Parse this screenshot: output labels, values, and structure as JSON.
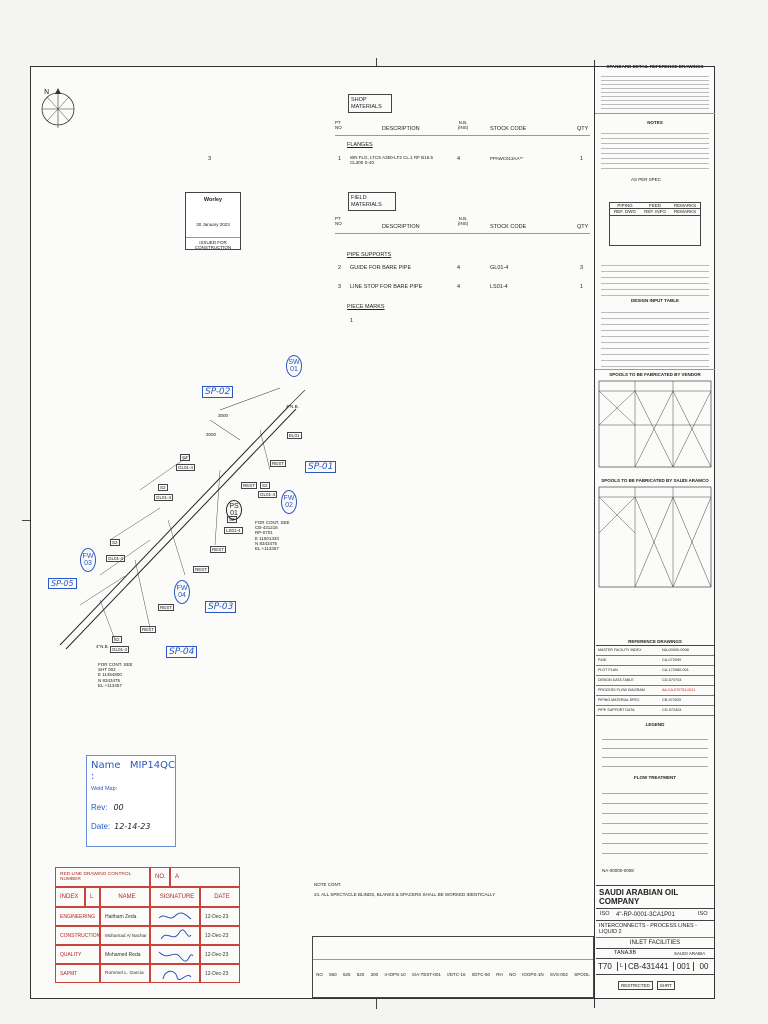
{
  "sheet": {
    "stamp": {
      "company": "Worley",
      "date": "30 January 2023",
      "status": "ISSUED FOR CONSTRUCTION"
    },
    "revision_mark": "3"
  },
  "shop_materials": {
    "title": "SHOP MATERIALS",
    "headers": {
      "pt_no": "PT NO",
      "description": "DESCRIPTION",
      "nb": "N.B. (INS)",
      "stock_code": "STOCK CODE",
      "qty": "QTY"
    },
    "group": "FLANGES",
    "items": [
      {
        "no": "1",
        "description": "WN FLG, LTCS A350-LF2 CL.1 RF B16.5 CL300 S-40",
        "nb": "4",
        "stock_code": "PPAWC013AA**",
        "qty": "1"
      }
    ]
  },
  "field_materials": {
    "title": "FIELD MATERIALS",
    "groups": {
      "pipe_supports": "PIPE SUPPORTS",
      "piece_marks": "PIECE MARKS"
    },
    "items": [
      {
        "no": "2",
        "description": "GUIDE FOR BARE PIPE",
        "nb": "4",
        "stock_code": "GL01-4",
        "qty": "3"
      },
      {
        "no": "3",
        "description": "LINE STOP FOR BARE PIPE",
        "nb": "4",
        "stock_code": "LS01-4",
        "qty": "1"
      }
    ],
    "piece_mark": "1"
  },
  "drawing": {
    "labels": {
      "sp02": "SP-02",
      "sp01": "SP-01",
      "sp05": "SP-05",
      "sp03": "SP-03",
      "sp04": "SP-04",
      "sw01": "SW 01",
      "fw02": "FW 02",
      "fw03": "FW 03",
      "fw04": "FW 04",
      "ps01": "PS 01",
      "nb_top": "4\"N.B.",
      "nb_bottom": "4\"N.B.",
      "dim1": "3000",
      "dim2": "3000",
      "el01": "EL01",
      "rest": "REST",
      "s2": "S2",
      "gl014": "GL01-4",
      "ls014": "LS01-4",
      "cont_see_1": "FOR CONT. SEE",
      "cont_ref_1": "CB-431216",
      "cont_rp_1": "RP-0701",
      "cont_e_1": "E 11501333",
      "cont_n_1": "N 8343475",
      "cont_el_1": "EL +113457",
      "cont_see_2": "FOR CONT. SEE",
      "cont_ref_2": "SHT 002",
      "cont_e_2": "E 11454800",
      "cont_n_2": "N 8343475",
      "cont_el_2": "EL +113457"
    }
  },
  "weld_map": {
    "name_label": "Name :",
    "name_value": "MIP14QC",
    "weld_map_label": "Weld Map:",
    "rev_label": "Rev:",
    "rev_value": "00",
    "date_label": "Date:",
    "date_value": "12-14-23"
  },
  "redline": {
    "title": "RED LINE DRAWING CONTROL NUMBER",
    "no_label": "NO.",
    "no_value": "A",
    "headers": {
      "index": "INDEX",
      "l": "L",
      "name": "NAME",
      "signature": "SIGNATURE",
      "date": "DATE"
    },
    "rows": [
      {
        "index": "ENGINEERING",
        "name": "Haitham Zeda",
        "date": "12-Dec-23"
      },
      {
        "index": "CONSTRUCTION",
        "name": "Mohamad Al Nachar",
        "date": "12-Dec-23"
      },
      {
        "index": "QUALITY",
        "name": "Mohamed Reda",
        "date": "12-Dec-23"
      },
      {
        "index": "SAPMT",
        "name": "Rommel L. Garcia",
        "date": "12-Dec-23"
      }
    ]
  },
  "notes": {
    "title": "NOTE CONT.",
    "text": "24. ALL SPECTACLE BLINDS, BLANKS & SPACERS SHALL BE WORKED IDENTICALLY"
  },
  "bottom_table": {
    "values": [
      "NO",
      "560",
      "525",
      "520",
      "300",
      "4-IOPS-10",
      "S/A-TEST-001",
      "I/DTC-16",
      "I/DTC-50",
      "RH",
      "NO",
      "IOOPS-1N",
      "SVS-002",
      "SPOOL"
    ]
  },
  "right_panel": {
    "std_detail_title": "STANDARD DETAIL REFERENCE DRAWINGS",
    "notes_title": "NOTES",
    "design_note": "AS PER SPEC",
    "bom_headers": {
      "col1": "PIPING",
      "col2": "FEED",
      "col3": "REMARKS"
    },
    "bom_rows": [
      {
        "col1": "REF. DWG",
        "col2": "REF. INFO",
        "col3": "REMARKS"
      }
    ],
    "inspection_title": "DESIGN INPUT TABLE",
    "spool_title_1": "SPOOLS TO BE FABRICATED BY VENDOR",
    "spool_title_2": "SPOOLS TO BE FABRICATED BY SAUDI ARAMCO",
    "ref_title": "REFERENCE DRAWINGS",
    "ref_rows": [
      {
        "name": "MASTER FACILITY INDEX",
        "code": "NA-00000-0008"
      },
      {
        "name": "P&ID",
        "code": "CA-072090"
      },
      {
        "name": "PLOT PLAN",
        "code": "CA-172080-001"
      },
      {
        "name": "DESIGN DATA TABLE",
        "code": "CD-070703"
      },
      {
        "name": "PROCESS FLOW DIAGRAM",
        "code": "AA-CA-070703-0011"
      },
      {
        "name": "PIPING MATERIAL SPEC",
        "code": "CB-972020"
      },
      {
        "name": "PIPE SUPPORT DATA",
        "code": "CD-972403"
      }
    ],
    "legend_title": "LEGEND",
    "flow_title": "FLOW TREATMENT",
    "company": "SAUDI ARABIAN OIL COMPANY",
    "iso_label": "ISO",
    "drawing_code": "4\"-RP-0001-3CA1P01",
    "rev_label_iso": "ISO",
    "project_line1": "INTERCONNECTS - PROCESS LINES - LIQUID 2",
    "project_line2": "INLET FACILITIES",
    "location": "TANAJIB",
    "country": "SAUDI ARABIA",
    "plant_no": "T70",
    "index_letter": "L",
    "dwg_no": "CB-431441",
    "sheet_no": "001",
    "rev": "00",
    "restricted": "RESTRICTED",
    "sheet_label": "SHRT",
    "small_code": "NA-00000-0008"
  }
}
